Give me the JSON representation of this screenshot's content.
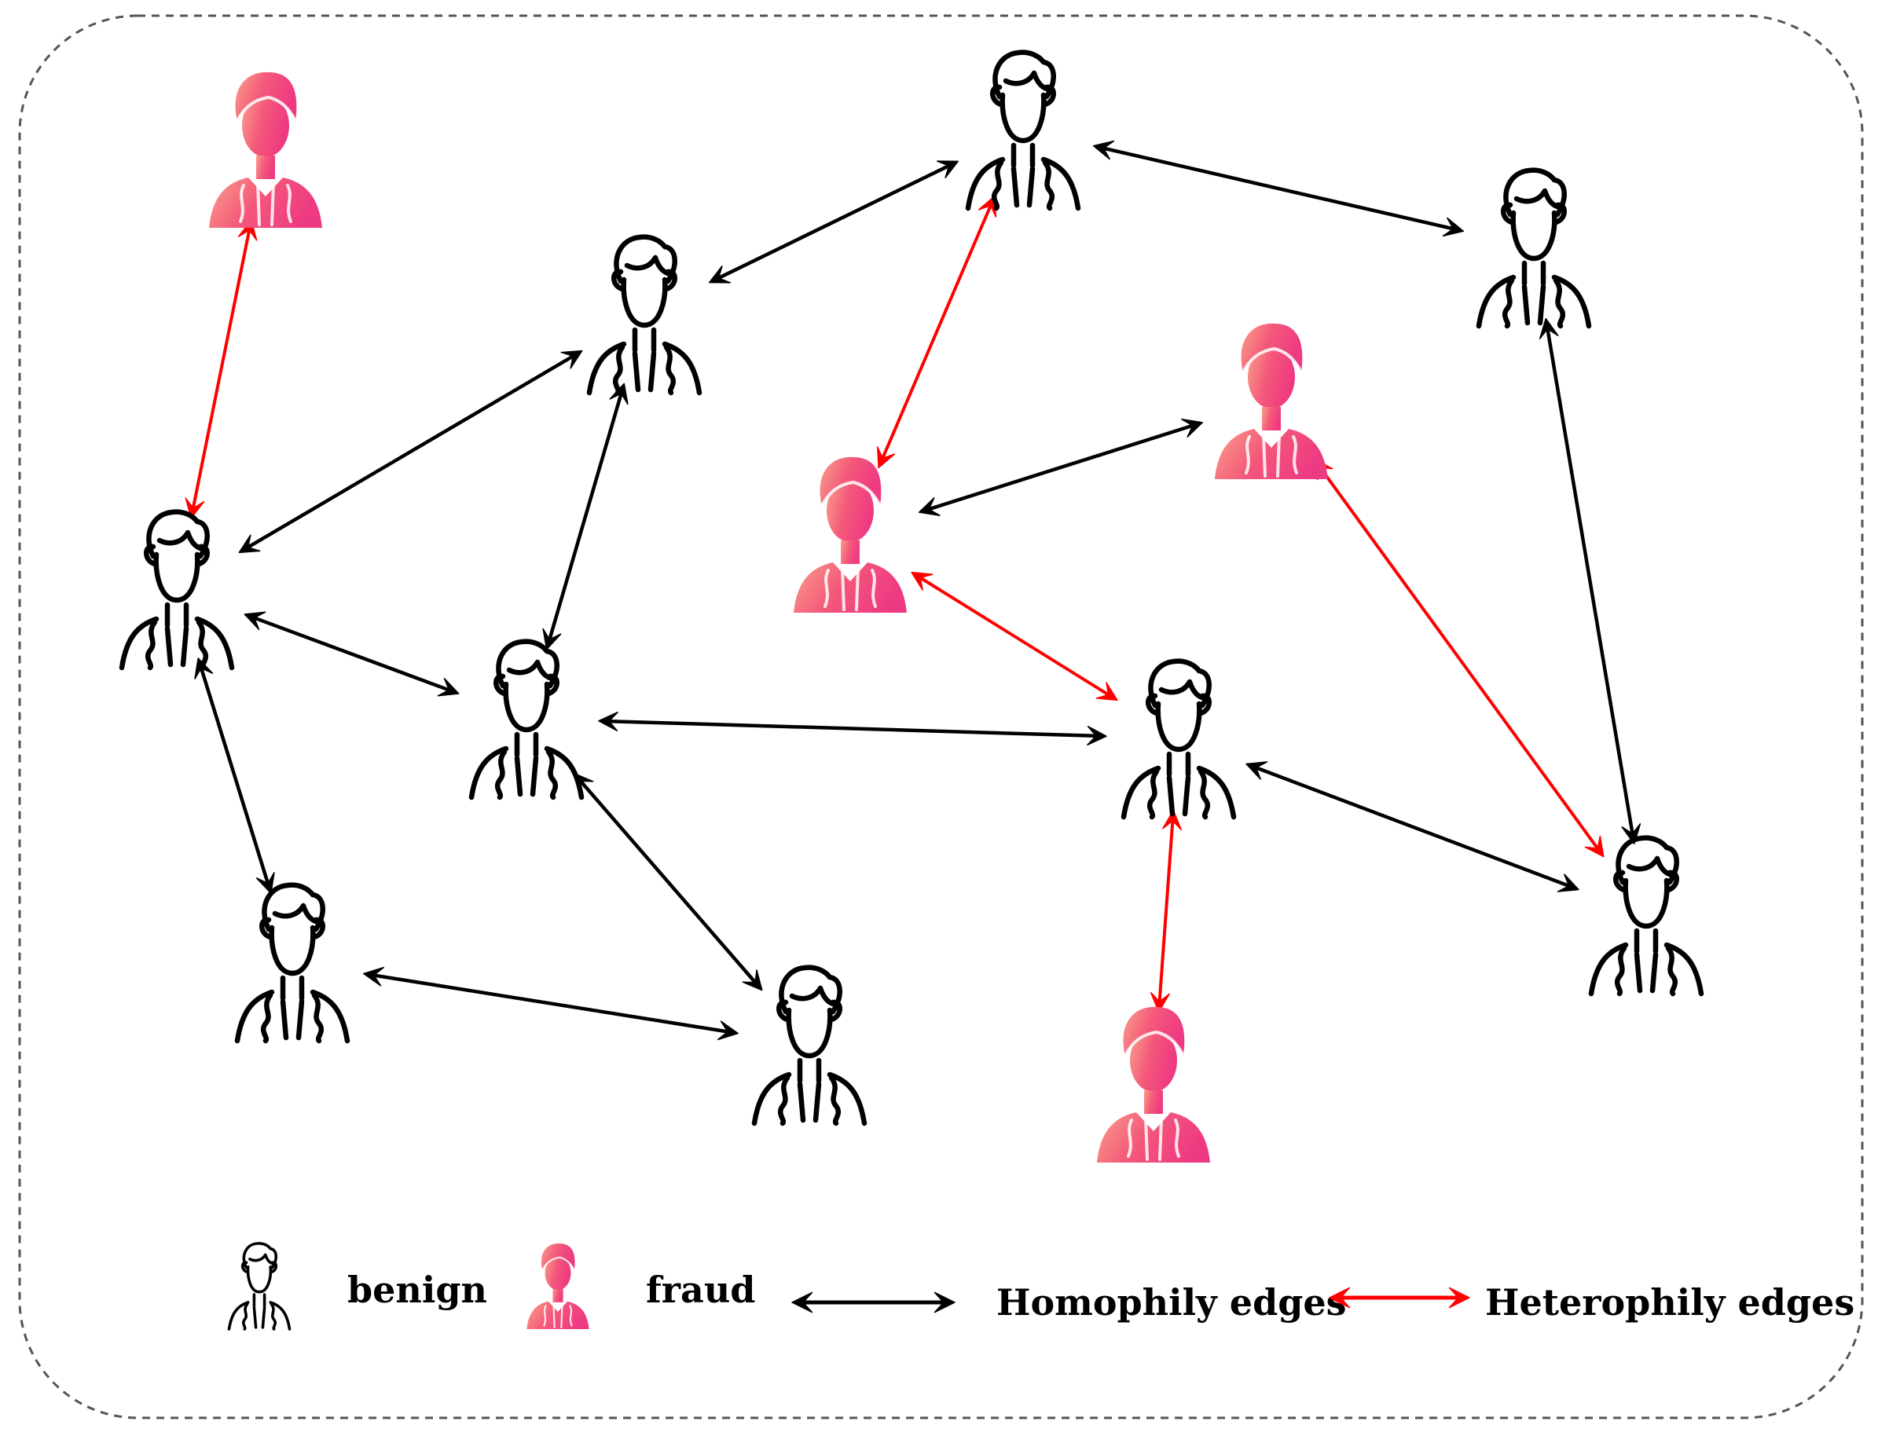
{
  "colors": {
    "benign_stroke": "#000000",
    "fraud_gradient_start": "#f9a08a",
    "fraud_gradient_mid": "#f4587a",
    "fraud_gradient_end": "#ee3a82",
    "homophily_edge": "#000000",
    "heterophily_edge": "#ff0000",
    "frame": "#555555"
  },
  "node_types": {
    "benign": {
      "icon": "benign-user-icon"
    },
    "fraud": {
      "icon": "fraud-user-icon"
    }
  },
  "nodes": [
    {
      "id": "n1",
      "type": "fraud"
    },
    {
      "id": "n2",
      "type": "benign"
    },
    {
      "id": "n3",
      "type": "benign"
    },
    {
      "id": "n4",
      "type": "benign"
    },
    {
      "id": "n5",
      "type": "fraud"
    },
    {
      "id": "n6",
      "type": "fraud"
    },
    {
      "id": "n7",
      "type": "benign"
    },
    {
      "id": "n8",
      "type": "benign"
    },
    {
      "id": "n9",
      "type": "benign"
    },
    {
      "id": "n10",
      "type": "benign"
    },
    {
      "id": "n11",
      "type": "benign"
    },
    {
      "id": "n12",
      "type": "benign"
    },
    {
      "id": "n13",
      "type": "fraud"
    }
  ],
  "edges": [
    {
      "from": "n1",
      "to": "n7",
      "type": "heterophily"
    },
    {
      "from": "n3",
      "to": "n6",
      "type": "heterophily"
    },
    {
      "from": "n6",
      "to": "n10",
      "type": "heterophily"
    },
    {
      "from": "n5",
      "to": "n12",
      "type": "heterophily"
    },
    {
      "from": "n10",
      "to": "n13",
      "type": "heterophily"
    },
    {
      "from": "n3",
      "to": "n2",
      "type": "homophily"
    },
    {
      "from": "n3",
      "to": "n4",
      "type": "homophily"
    },
    {
      "from": "n2",
      "to": "n7",
      "type": "homophily"
    },
    {
      "from": "n2",
      "to": "n8",
      "type": "homophily"
    },
    {
      "from": "n7",
      "to": "n8",
      "type": "homophily"
    },
    {
      "from": "n7",
      "to": "n9",
      "type": "homophily"
    },
    {
      "from": "n8",
      "to": "n10",
      "type": "homophily"
    },
    {
      "from": "n8",
      "to": "n11",
      "type": "homophily"
    },
    {
      "from": "n9",
      "to": "n11",
      "type": "homophily"
    },
    {
      "from": "n6",
      "to": "n5",
      "type": "homophily"
    },
    {
      "from": "n4",
      "to": "n12",
      "type": "homophily"
    },
    {
      "from": "n10",
      "to": "n12",
      "type": "homophily"
    }
  ],
  "legend": {
    "benign_label": "benign",
    "fraud_label": "fraud",
    "homophily_label": "Homophily edges",
    "heterophily_label": "Heterophily edges"
  }
}
